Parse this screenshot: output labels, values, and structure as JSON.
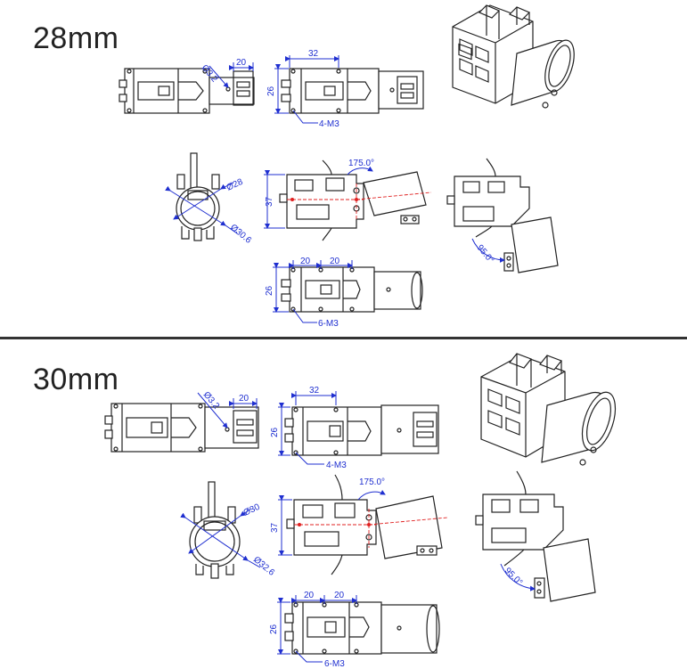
{
  "sections": [
    {
      "heading": "28mm",
      "labels": {
        "hole_dia": "Ø3.2",
        "top_dim": "20",
        "width_dim": "32",
        "height_dim": "26",
        "holes_top": "4-M3",
        "angle_up": "175.0°",
        "side_height": "37",
        "circle_inner": "Ø28",
        "circle_outer": "Ø30.6",
        "angle_down": "95.0°",
        "bottom_dim_a": "20",
        "bottom_dim_b": "20",
        "bottom_height": "26",
        "holes_bottom": "6-M3"
      }
    },
    {
      "heading": "30mm",
      "labels": {
        "hole_dia": "Ø3.2",
        "top_dim": "20",
        "width_dim": "32",
        "height_dim": "26",
        "holes_top": "4-M3",
        "angle_up": "175.0°",
        "side_height": "37",
        "circle_inner": "Ø30",
        "circle_outer": "Ø32.6",
        "angle_down": "95.0°",
        "bottom_dim_a": "20",
        "bottom_dim_b": "20",
        "bottom_height": "26",
        "holes_bottom": "6-M3"
      }
    }
  ],
  "colors": {
    "dimension": "#1f2fd0",
    "centerline": "#e02020",
    "outline": "#222222",
    "divider": "#333333"
  }
}
